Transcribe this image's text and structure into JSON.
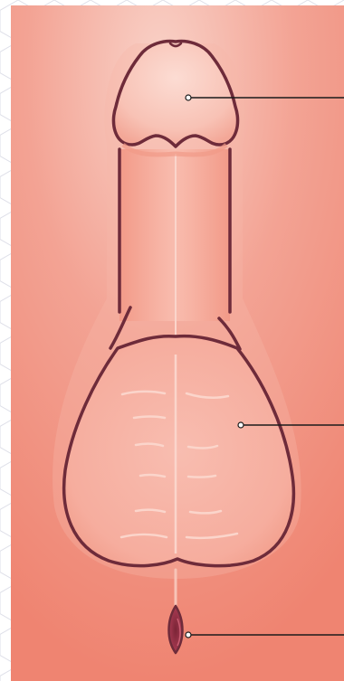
{
  "diagram": {
    "parts": [
      {
        "id": "glans",
        "icon": "glans-shape"
      },
      {
        "id": "scrotum",
        "icon": "scrotum-shape"
      },
      {
        "id": "anus",
        "icon": "anus-shape"
      }
    ],
    "colors": {
      "background_light": "#f7c1b5",
      "background_mid": "#f3988a",
      "background_dark": "#ee7f6e",
      "skin_light": "#fbd0c6",
      "skin": "#f5a898",
      "outline": "#6e2b3a",
      "leader_line": "#1b1b1b"
    }
  }
}
